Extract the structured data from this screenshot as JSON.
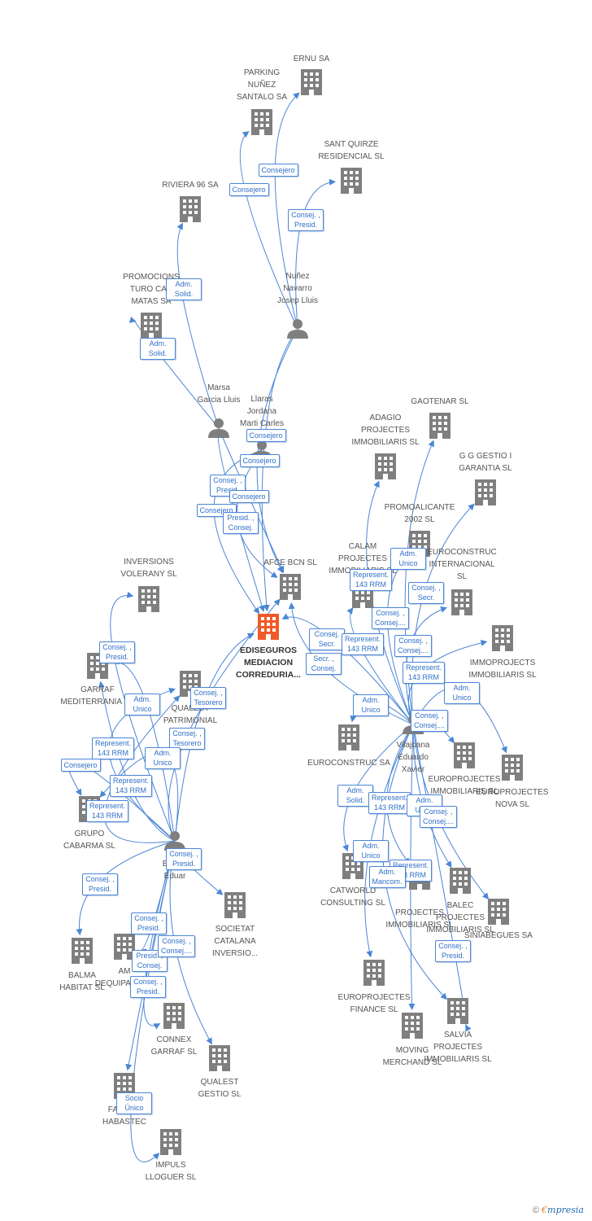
{
  "colors": {
    "edge": "#4a86d6",
    "node": "#7f7f7f",
    "main": "#f05a28",
    "text": "#555555"
  },
  "main_company": {
    "lines": [
      "EDISEGUROS",
      "MEDIACION",
      "CORREDURIA..."
    ]
  },
  "companies": [
    {
      "id": "ernu",
      "label": "ERNU SA"
    },
    {
      "id": "parking",
      "label": "PARKING\nNUÑEZ\nSANTALO SA"
    },
    {
      "id": "santquirze",
      "label": "SANT QUIRZE\nRESIDENCIAL SL"
    },
    {
      "id": "riviera",
      "label": "RIVIERA 96 SA"
    },
    {
      "id": "promocions",
      "label": "PROMOCIONS\nTURO CAN\nMATAS SA"
    },
    {
      "id": "gaotenar",
      "label": "GAOTENAR SL"
    },
    {
      "id": "adagio",
      "label": "ADAGIO\nPROJECTES\nIMMOBILIARIS SL"
    },
    {
      "id": "gggestio",
      "label": "G G GESTIO I\nGARANTIA SL"
    },
    {
      "id": "promoalicante",
      "label": "PROMOALICANTE\n2002 SL"
    },
    {
      "id": "calam",
      "label": "CALAM\nPROJECTES\nIMMOBILIARIS SL"
    },
    {
      "id": "euroconstint",
      "label": "EUROCONSTRUC\nINTERNACIONAL\nSL"
    },
    {
      "id": "afce",
      "label": "AFCE BCN SL"
    },
    {
      "id": "inversions",
      "label": "INVERSIONS\nVOLERANY SL"
    },
    {
      "id": "garraf",
      "label": "GARRAF\nMEDITERRANIA SA"
    },
    {
      "id": "qualestpat",
      "label": "QUALEST\nPATRIMONIAL"
    },
    {
      "id": "immoprojects",
      "label": "IMMOPROJECTS\nIMMOBILIARIS SL"
    },
    {
      "id": "euroconstsa",
      "label": "EUROCONSTRUC SA"
    },
    {
      "id": "europrojimmo",
      "label": "EUROPROJECTES\nIMMOBILIARIS SL"
    },
    {
      "id": "europrojnova",
      "label": "EUROPROJECTES\nNOVA SL"
    },
    {
      "id": "grupocabarma",
      "label": "GRUPO\nCABARMA SL"
    },
    {
      "id": "catworld",
      "label": "CATWORLD\nCONSULTING SL"
    },
    {
      "id": "projimmo",
      "label": "PROJECTES\nIMMOBILIARIS SL"
    },
    {
      "id": "balec",
      "label": "BALEC\nPROJECTES\nIMMOBILIARIS SL"
    },
    {
      "id": "siniabegues",
      "label": "SINIABEGUES SA"
    },
    {
      "id": "societat",
      "label": "SOCIETAT\nCATALANA\nINVERSIO..."
    },
    {
      "id": "balma",
      "label": "BALMA\nHABITAT SL"
    },
    {
      "id": "amdequip",
      "label": "AM\nDEQUIPAMENT"
    },
    {
      "id": "europrojfin",
      "label": "EUROPROJECTES\nFINANCE SL"
    },
    {
      "id": "connex",
      "label": "CONNEX\nGARRAF SL"
    },
    {
      "id": "qualestgestio",
      "label": "QUALEST\nGESTIO SL"
    },
    {
      "id": "salvia",
      "label": "SALVIA\nPROJECTES\nIMMOBILIARIS SL"
    },
    {
      "id": "moving",
      "label": "MOVING\nMERCHAND SL"
    },
    {
      "id": "factor",
      "label": "FACTOR\nHABASTEC"
    },
    {
      "id": "impuls",
      "label": "IMPULS\nLLOGUER SL"
    }
  ],
  "persons": [
    {
      "id": "nunez",
      "label": "Nuñez\nNavarro\nJosep Lluis"
    },
    {
      "id": "marsa",
      "label": "Marsa\nGarcia Lluis"
    },
    {
      "id": "llaras",
      "label": "Llaras\nJordana\nMarti Carles"
    },
    {
      "id": "vilajoana",
      "label": "Vilajoana\nEduardo\nXavier"
    },
    {
      "id": "brull",
      "label": "Brull O\nEduar"
    }
  ],
  "relations": [
    {
      "id": "r1",
      "label": "Consejero"
    },
    {
      "id": "r2",
      "label": "Consejero"
    },
    {
      "id": "r3",
      "label": "Consej. ,\nPresid."
    },
    {
      "id": "r4",
      "label": "Adm.\nSolid."
    },
    {
      "id": "r5",
      "label": "Adm.\nSolid."
    },
    {
      "id": "r6",
      "label": "Consejero"
    },
    {
      "id": "r7",
      "label": "Consejero"
    },
    {
      "id": "r8",
      "label": "Consej. ,\nPresid."
    },
    {
      "id": "r9",
      "label": "Consejero"
    },
    {
      "id": "r10",
      "label": "Consejero"
    },
    {
      "id": "r11",
      "label": "Presid. ,\nConsej."
    },
    {
      "id": "r12",
      "label": "Adm.\nUnico"
    },
    {
      "id": "r13",
      "label": "Represent.\n143 RRM"
    },
    {
      "id": "r14",
      "label": "Consej. ,\nSecr."
    },
    {
      "id": "r15",
      "label": "Consej. ,\nConsej...."
    },
    {
      "id": "r16",
      "label": "Consej.\nSecr."
    },
    {
      "id": "r17",
      "label": "Represent.\n143 RRM"
    },
    {
      "id": "r18",
      "label": "Consej. ,\nConsej...."
    },
    {
      "id": "r19",
      "label": "Secr. ,\nConsej."
    },
    {
      "id": "r20",
      "label": "Represent.\n143 RRM"
    },
    {
      "id": "r21",
      "label": "Adm.\nUnico"
    },
    {
      "id": "r22",
      "label": "Adm.\nUnico"
    },
    {
      "id": "r23",
      "label": "Consej. ,\nConsej...."
    },
    {
      "id": "r24",
      "label": "Consej. ,\nPresid."
    },
    {
      "id": "r25",
      "label": "Adm.\nUnico"
    },
    {
      "id": "r26",
      "label": "Consej. ,\nTesorero"
    },
    {
      "id": "r27",
      "label": "Consej. ,\nTesorero"
    },
    {
      "id": "r28",
      "label": "Represent.\n143 RRM"
    },
    {
      "id": "r29",
      "label": "Adm.\nUnico"
    },
    {
      "id": "r30",
      "label": "Consejero"
    },
    {
      "id": "r31",
      "label": "Represent.\n143 RRM"
    },
    {
      "id": "r32",
      "label": "Represent.\n143 RRM"
    },
    {
      "id": "r33",
      "label": "Adm.\nSolid."
    },
    {
      "id": "r34",
      "label": "Represent.\n143 RRM"
    },
    {
      "id": "r35",
      "label": "Adm.\nUnico"
    },
    {
      "id": "r36",
      "label": "Consej. ,\nConsej...."
    },
    {
      "id": "r37",
      "label": "Adm.\nUnico"
    },
    {
      "id": "r38",
      "label": "Represent.\n143 RRM"
    },
    {
      "id": "r39",
      "label": "Adm.\nMancom."
    },
    {
      "id": "r40",
      "label": "Consej. ,\nPresid."
    },
    {
      "id": "r41",
      "label": "Consej. ,\nPresid."
    },
    {
      "id": "r42",
      "label": "Consej. ,\nPresid."
    },
    {
      "id": "r43",
      "label": "Presid. ,\nConsej."
    },
    {
      "id": "r44",
      "label": "Consej. ,\nConsej...."
    },
    {
      "id": "r45",
      "label": "Consej. ,\nPresid."
    },
    {
      "id": "r46",
      "label": "Consej. ,\nPresid."
    },
    {
      "id": "r47",
      "label": "Socio\nÚnico"
    }
  ],
  "footer": {
    "copyright": "©",
    "brand_e": "€",
    "brand_rest": "mpresia"
  }
}
